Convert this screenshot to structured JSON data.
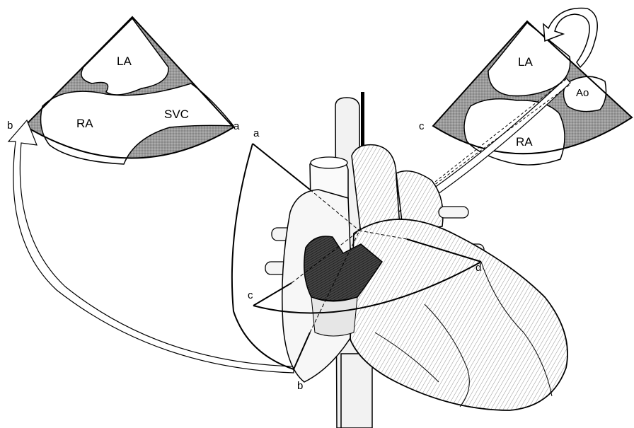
{
  "left_view": {
    "labels": {
      "la": "LA",
      "ra": "RA",
      "svc": "SVC",
      "edge_left": "b",
      "edge_right": "a"
    }
  },
  "right_view": {
    "labels": {
      "la": "LA",
      "ra": "RA",
      "ao": "Ao",
      "edge_left": "c"
    }
  },
  "heart": {
    "labels": {
      "plane_a": "a",
      "plane_b": "b",
      "plane_c": "c",
      "plane_d": "d"
    }
  }
}
